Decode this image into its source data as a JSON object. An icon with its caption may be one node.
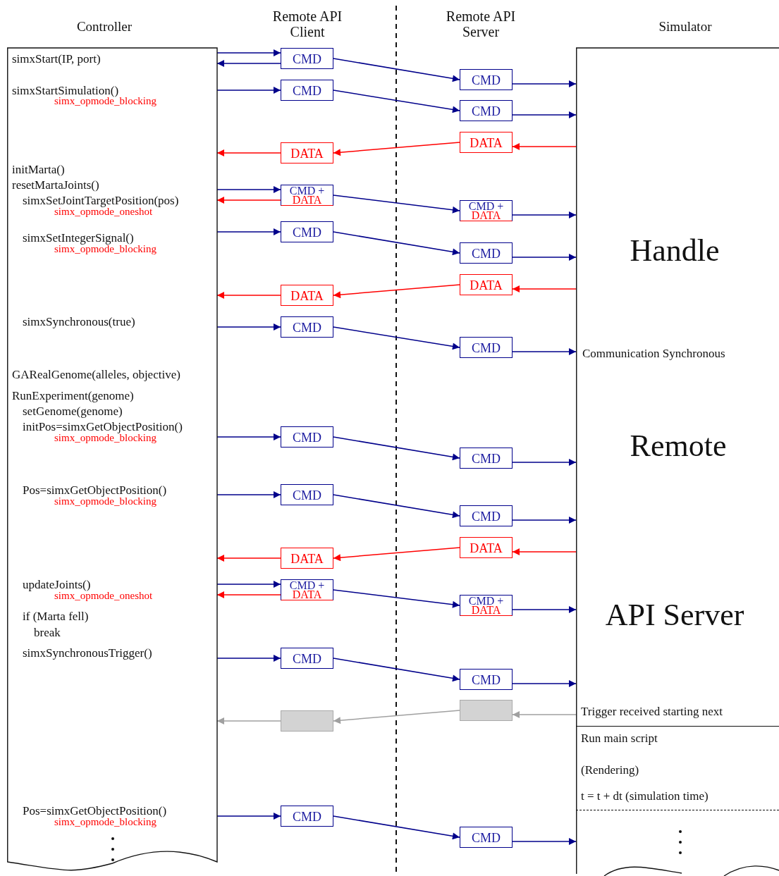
{
  "diagram": {
    "nodes": [
      {
        "text": [
          "Controller",
          "simxStart(IP, port)",
          "simxStartSimulation()",
          "simx_opmode_blocking",
          "initMarta()",
          "resetMartaJoints()",
          "simxSetJointTargetPosition(pos)",
          "simx_opmode_oneshot",
          "simxSetIntegerSignal()",
          "simx_opmode_blocking",
          "simxSynchronous(true)",
          "GARealGenome(alleles, objective)",
          "RunExperiment(genome)",
          "setGenome(genome)",
          "initPos=simxGetObjectPosition()",
          "simx_opmode_blocking",
          "Pos=simxGetObjectPosition()",
          "simx_opmode_blocking",
          "updateJoints()",
          "simx_opmode_oneshot",
          "if (Marta fell)",
          "break",
          "simxSynchronousTrigger()",
          "Pos=simxGetObjectPosition()",
          "simx_opmode_blocking"
        ]
      },
      {
        "text": [
          "Simulator",
          "Handle",
          "Communication Synchronous",
          "Remote",
          "API Server",
          "Trigger received starting next"
        ]
      },
      {
        "text": [
          "Run main script",
          "(Rendering)",
          "t = t + dt (simulation time)"
        ],
        "in": 1
      },
      {
        "text": [
          "CMD"
        ]
      },
      {
        "text": [
          "CMD"
        ]
      },
      {
        "text": [
          "CMD"
        ]
      },
      {
        "text": [
          "CMD"
        ]
      },
      {
        "text": [
          "DATA"
        ]
      },
      {
        "text": [
          "DATA"
        ]
      },
      {
        "text": [
          "CMD +",
          "DATA"
        ]
      },
      {
        "text": [
          "CMD +",
          "DATA"
        ]
      },
      {
        "text": [
          "CMD"
        ]
      },
      {
        "text": [
          "CMD"
        ]
      },
      {
        "text": [
          "DATA"
        ]
      },
      {
        "text": [
          "DATA"
        ]
      },
      {
        "text": [
          "CMD"
        ]
      },
      {
        "text": [
          "CMD"
        ]
      },
      {
        "text": [
          "CMD"
        ]
      },
      {
        "text": [
          "CMD"
        ]
      },
      {
        "text": [
          "CMD"
        ]
      },
      {
        "text": [
          "CMD"
        ]
      },
      {
        "text": [
          "DATA"
        ]
      },
      {
        "text": [
          "DATA"
        ]
      },
      {
        "text": [
          "CMD +",
          "DATA"
        ]
      },
      {
        "text": [
          "CMD +",
          "DATA"
        ]
      },
      {
        "text": [
          "CMD"
        ]
      },
      {
        "text": [
          "CMD"
        ]
      },
      {
        "text": [],
        "shape": "box"
      },
      {
        "text": [],
        "shape": "box"
      },
      {
        "text": [
          "CMD"
        ]
      },
      {
        "text": [
          "CMD"
        ]
      }
    ],
    "edges": [
      {
        "from": 0,
        "to": 3,
        "arrow": "to"
      },
      {
        "from": 3,
        "to": 0,
        "arrow": "to"
      },
      {
        "from": 3,
        "to": 4,
        "arrow": "to"
      },
      {
        "from": 4,
        "to": 1,
        "arrow": "to"
      },
      {
        "from": 0,
        "to": 5,
        "arrow": "to"
      },
      {
        "from": 5,
        "to": 6,
        "arrow": "to"
      },
      {
        "from": 6,
        "to": 1,
        "arrow": "to"
      },
      {
        "from": 1,
        "to": 7,
        "arrow": "to",
        "color": "#ff0000"
      },
      {
        "from": 7,
        "to": 8,
        "arrow": "to",
        "color": "#ff0000"
      },
      {
        "from": 8,
        "to": 0,
        "arrow": "to",
        "color": "#ff0000"
      },
      {
        "from": 0,
        "to": 9,
        "arrow": "to"
      },
      {
        "from": 9,
        "to": 0,
        "arrow": "to",
        "color": "#ff0000"
      },
      {
        "from": 9,
        "to": 10,
        "arrow": "to"
      },
      {
        "from": 10,
        "to": 1,
        "arrow": "to"
      },
      {
        "from": 0,
        "to": 11,
        "arrow": "to"
      },
      {
        "from": 11,
        "to": 12,
        "arrow": "to"
      },
      {
        "from": 12,
        "to": 1,
        "arrow": "to"
      },
      {
        "from": 1,
        "to": 13,
        "arrow": "to",
        "color": "#ff0000"
      },
      {
        "from": 13,
        "to": 14,
        "arrow": "to",
        "color": "#ff0000"
      },
      {
        "from": 14,
        "to": 0,
        "arrow": "to",
        "color": "#ff0000"
      },
      {
        "from": 0,
        "to": 15,
        "arrow": "to"
      },
      {
        "from": 15,
        "to": 16,
        "arrow": "to"
      },
      {
        "from": 16,
        "to": 1,
        "arrow": "to"
      },
      {
        "from": 0,
        "to": 17,
        "arrow": "to"
      },
      {
        "from": 17,
        "to": 18,
        "arrow": "to"
      },
      {
        "from": 18,
        "to": 1,
        "arrow": "to"
      },
      {
        "from": 0,
        "to": 19,
        "arrow": "to"
      },
      {
        "from": 19,
        "to": 20,
        "arrow": "to"
      },
      {
        "from": 20,
        "to": 1,
        "arrow": "to"
      },
      {
        "from": 1,
        "to": 21,
        "arrow": "to",
        "color": "#ff0000"
      },
      {
        "from": 21,
        "to": 22,
        "arrow": "to",
        "color": "#ff0000"
      },
      {
        "from": 22,
        "to": 0,
        "arrow": "to",
        "color": "#ff0000"
      },
      {
        "from": 0,
        "to": 23,
        "arrow": "to"
      },
      {
        "from": 23,
        "to": 0,
        "arrow": "to",
        "color": "#ff0000"
      },
      {
        "from": 23,
        "to": 24,
        "arrow": "to"
      },
      {
        "from": 24,
        "to": 1,
        "arrow": "to"
      },
      {
        "from": 0,
        "to": 25,
        "arrow": "to"
      },
      {
        "from": 25,
        "to": 26,
        "arrow": "to"
      },
      {
        "from": 26,
        "to": 1,
        "arrow": "to"
      },
      {
        "from": 1,
        "to": 27,
        "arrow": "to",
        "color": "#a0a0a0"
      },
      {
        "from": 27,
        "to": 28,
        "arrow": "to",
        "color": "#a0a0a0"
      },
      {
        "from": 28,
        "to": 0,
        "arrow": "to",
        "color": "#a0a0a0"
      },
      {
        "from": 0,
        "to": 29,
        "arrow": "to"
      },
      {
        "from": 29,
        "to": 30,
        "arrow": "to"
      },
      {
        "from": 30,
        "to": 1,
        "arrow": "to"
      }
    ],
    "labels": [
      "Remote API Client",
      "Remote API Server"
    ]
  }
}
